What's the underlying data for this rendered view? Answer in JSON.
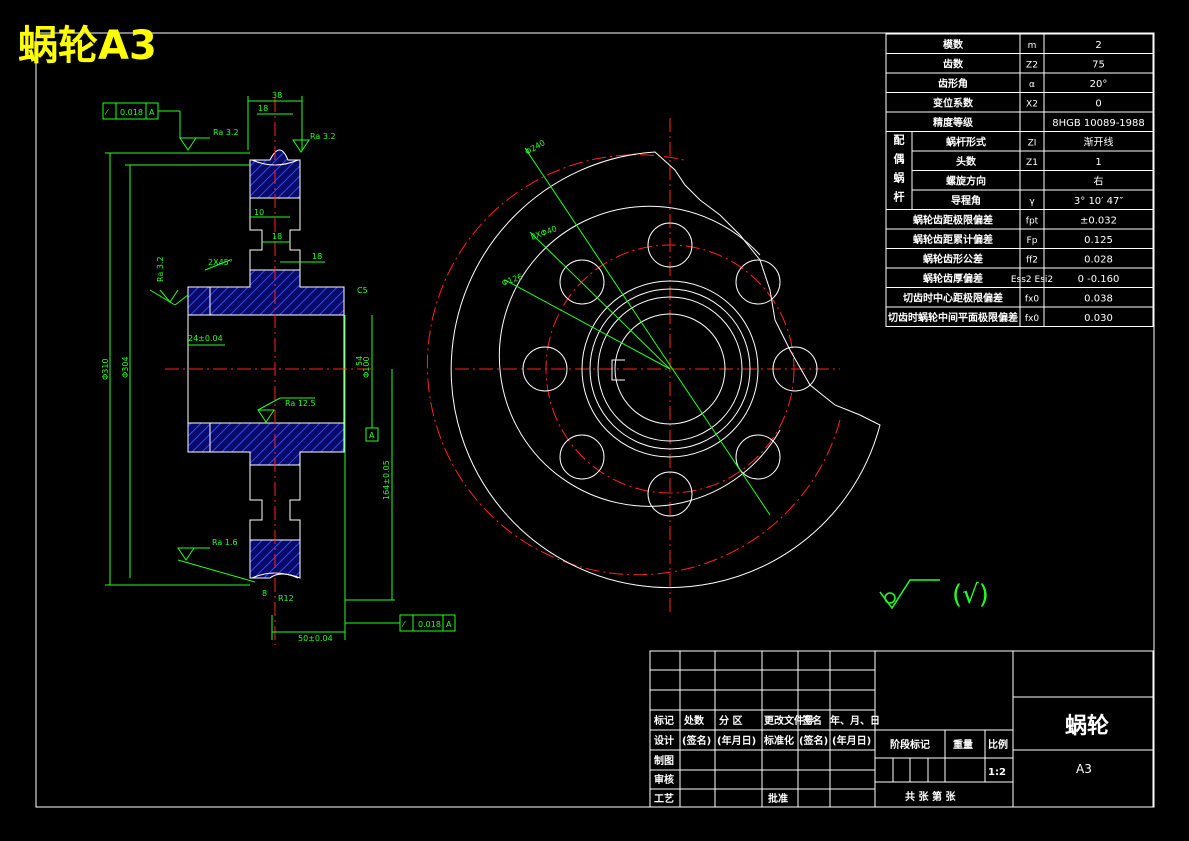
{
  "title": "蜗轮A3",
  "params": [
    {
      "label": "模数",
      "sym": "m",
      "value": "2"
    },
    {
      "label": "齿数",
      "sym": "Z2",
      "value": "75"
    },
    {
      "label": "齿形角",
      "sym": "α",
      "value": "20°"
    },
    {
      "label": "变位系数",
      "sym": "X2",
      "value": "0"
    },
    {
      "label": "精度等级",
      "sym": "",
      "value": "8HGB 10089-1988"
    },
    {
      "label": "蜗杆形式",
      "sym": "ZI",
      "value": "渐开线"
    },
    {
      "label": "头数",
      "sym": "Z1",
      "value": "1"
    },
    {
      "label": "螺旋方向",
      "sym": "",
      "value": "右"
    },
    {
      "label": "导程角",
      "sym": "γ",
      "value": "3° 10′ 47″"
    },
    {
      "label": "蜗轮齿距极限偏差",
      "sym": "fpt",
      "value": "±0.032"
    },
    {
      "label": "蜗轮齿距累计偏差",
      "sym": "Fp",
      "value": "0.125"
    },
    {
      "label": "蜗轮齿形公差",
      "sym": "ff2",
      "value": "0.028"
    },
    {
      "label": "蜗轮齿厚偏差",
      "sym": "Ess2 Esi2",
      "value": "0 -0.160"
    },
    {
      "label": "切齿时中心距极限偏差",
      "sym": "fx0",
      "value": "0.038"
    },
    {
      "label": "切齿时蜗轮中间平面极限偏差",
      "sym": "fx0",
      "value": "0.030"
    }
  ],
  "pair_group": [
    "配",
    "偶",
    "蜗",
    "杆"
  ],
  "dims": {
    "width38": "38",
    "d18a": "18",
    "d10": "10",
    "d18b": "18",
    "d18c": "18",
    "chamfer": "2X45°",
    "c5": "C5",
    "d24": "24±0.04",
    "d54": "54",
    "d50": "50±0.04",
    "d164": "164±0.05",
    "phi310": "Φ310",
    "phi304": "Φ304",
    "phi100": "Φ100",
    "d8": "8",
    "phi240": "Φ240",
    "holes": "8XΦ40",
    "phi126": "Φ126",
    "r12": "R12"
  },
  "rough": {
    "ra32a": "Ra 3.2",
    "ra32b": "Ra 3.2",
    "ra32c": "Ra 3.2",
    "ra125": "Ra 12.5",
    "ra16": "Ra 1.6"
  },
  "tol": {
    "val1": "0.018",
    "ref1": "A",
    "val2": "0.018",
    "ref2": "A",
    "datum": "A"
  },
  "general_finish": "(√)",
  "titleblock": {
    "rev_headers": [
      "标记",
      "处数",
      "分 区",
      "更改文件号",
      "签名",
      "年、月、日"
    ],
    "rows": [
      {
        "c1": "设计",
        "c2": "(签名)",
        "c3": "(年月日)",
        "c4": "标准化",
        "c5": "(签名)",
        "c6": "(年月日)"
      },
      {
        "c1": "制图"
      },
      {
        "c1": "审核"
      },
      {
        "c1": "工艺",
        "c4": "批准"
      }
    ],
    "stage": "阶段标记",
    "weight": "重量",
    "scale_label": "比例",
    "scale": "1:2",
    "sheets": "共  张  第  张",
    "name": "蜗轮",
    "material": "A3"
  }
}
